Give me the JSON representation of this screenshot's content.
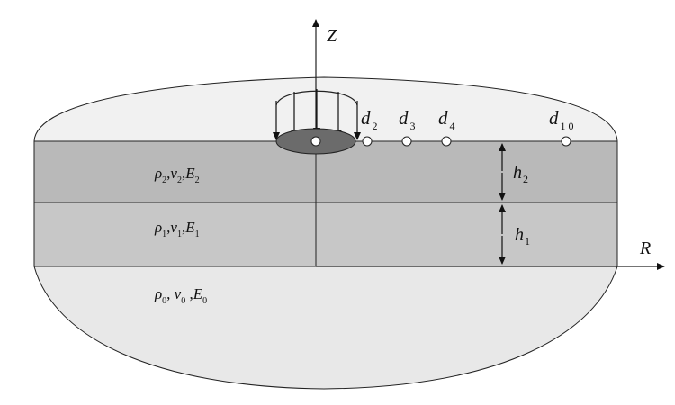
{
  "axes": {
    "z_label": "Z",
    "r_label": "R"
  },
  "layers": [
    {
      "rho": "ρ",
      "rho_sub": "2",
      "nu": "v",
      "nu_sub": "2",
      "e": "E",
      "e_sub": "2",
      "color": "#b9b9b9"
    },
    {
      "rho": "ρ",
      "rho_sub": "1",
      "nu": "v",
      "nu_sub": "1",
      "e": "E",
      "e_sub": "1",
      "color": "#c7c7c7"
    },
    {
      "rho": "ρ",
      "rho_sub": "0",
      "nu": "v",
      "nu_sub": "0",
      "e": "E",
      "e_sub": "0",
      "color": "#e8e8e8"
    }
  ],
  "thickness": [
    {
      "base": "h",
      "sub": "2"
    },
    {
      "base": "h",
      "sub": "1"
    }
  ],
  "sensors": [
    {
      "base": "d",
      "sub": "2"
    },
    {
      "base": "d",
      "sub": "3"
    },
    {
      "base": "d",
      "sub": "4"
    },
    {
      "base": "d",
      "sub": "1 0"
    }
  ],
  "colors": {
    "upper_dome": "#f1f1f1",
    "load_plate": "#6b6b6b",
    "line": "#222222"
  }
}
